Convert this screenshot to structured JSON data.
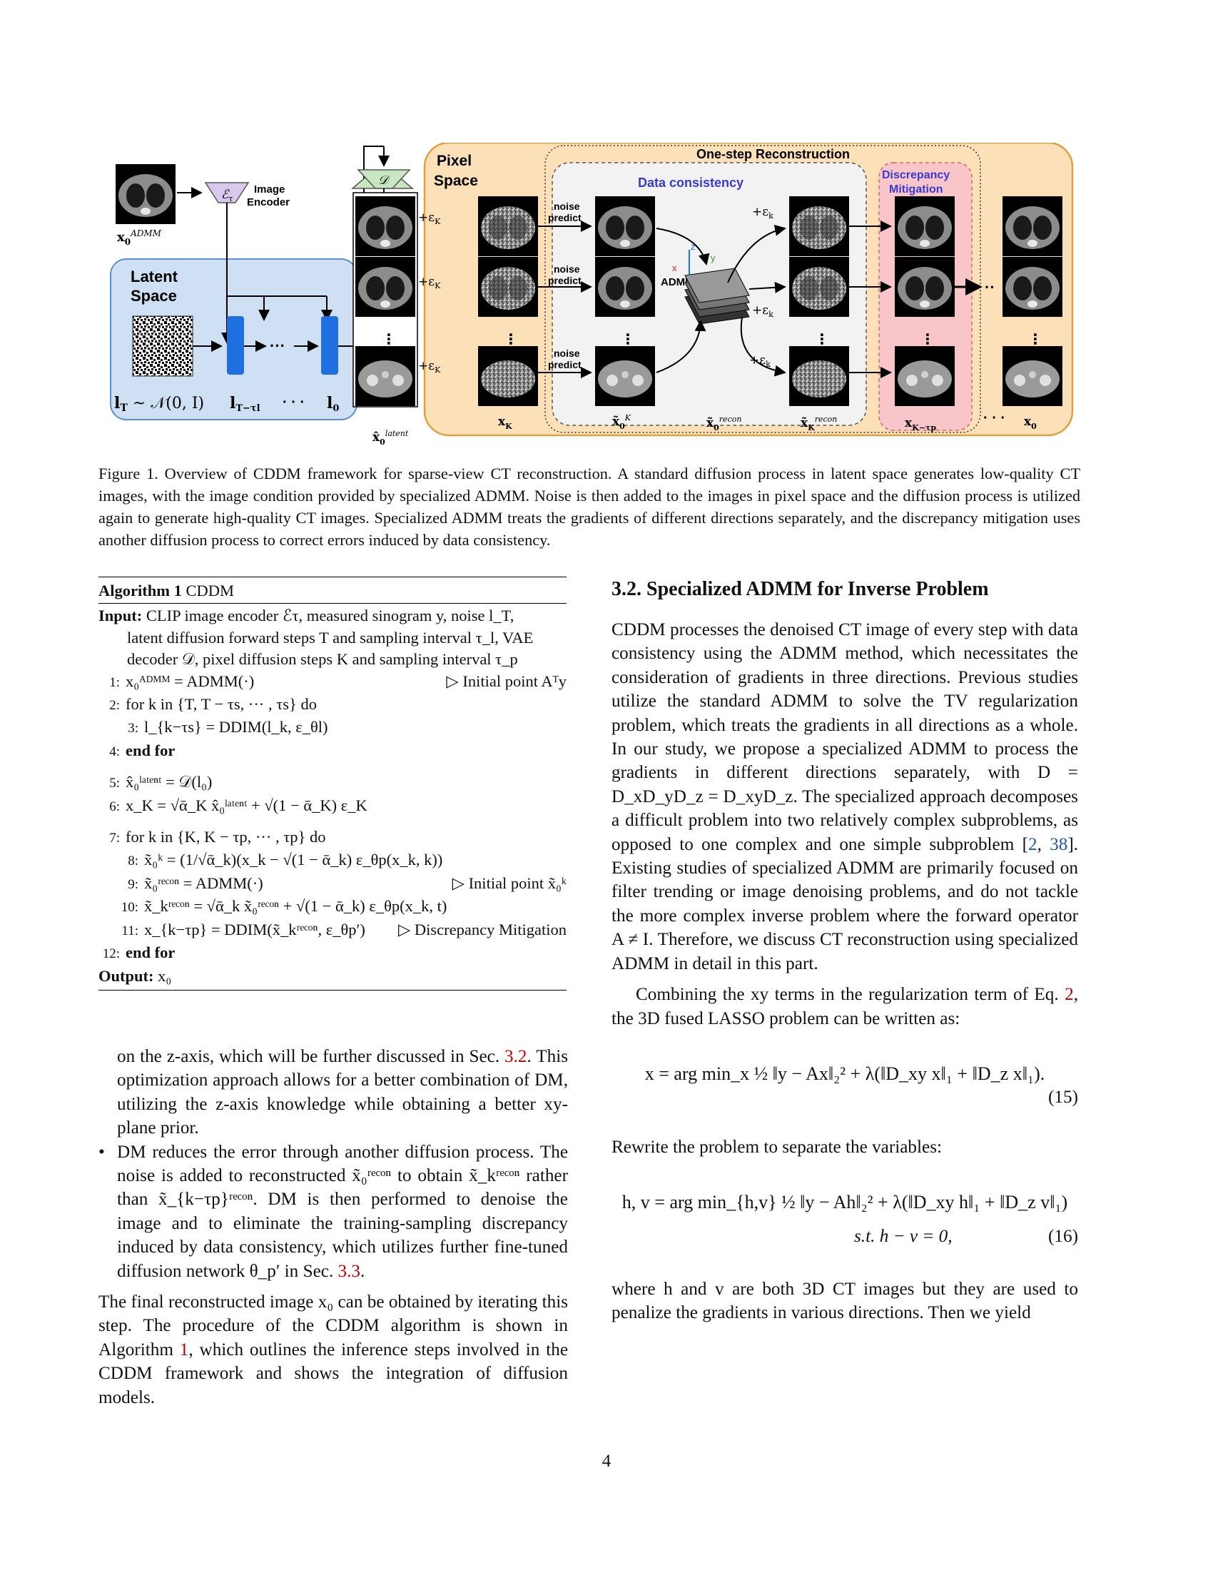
{
  "figure": {
    "latent_space_label": "Latent\nSpace",
    "image_encoder_label": "Image\nEncoder",
    "encoder_symbol": "ℰτ",
    "decoder_symbol": "𝒟",
    "x0_admm_label": "x₀ᴬᴰᴹᴹ",
    "latent_bottom_labels": [
      "l_T ~ 𝒩(0, I)",
      "l_{T−τl}",
      "· · ·",
      "l₀"
    ],
    "latent_output_label": "x̂₀ˡᵃᵗᵉⁿᵗ",
    "pixel_space_label": "Pixel\nSpace",
    "one_step_label": "One-step Reconstruction",
    "data_consistency_label": "Data consistency",
    "discrepancy_label": "Discrepancy\nMitigation",
    "noise_predict_label": "noise\npredict",
    "admm_label": "ADMM",
    "noise_add_label": "+ε_K",
    "noise_add_k_label": "+ε_k",
    "axis_labels": [
      "z",
      "y",
      "x"
    ],
    "bottom_labels": [
      "x_K",
      "x̃₀ᴷ",
      "x̃₀ʳᵉᶜᵒⁿ",
      "x̃_Kʳᵉᶜᵒⁿ",
      "x_{K−τp}",
      "· · ·",
      "x₀"
    ],
    "colors": {
      "latent_bg": "#cfe0f5",
      "latent_border": "#5a8fd0",
      "pixel_bg": "#fbe0b8",
      "pixel_border": "#e0a040",
      "discrepancy_bg": "#f8c6c8",
      "discrepancy_border": "#e06070",
      "unet_blue": "#1e6fe0",
      "encoder_purple": "#d8c8ec",
      "decoder_green": "#c8e6c0",
      "label_blue": "#3a3ad0"
    }
  },
  "caption": {
    "label": "Figure 1.",
    "text": "Overview of CDDM framework for sparse-view CT reconstruction. A standard diffusion process in latent space generates low-quality CT images, with the image condition provided by specialized ADMM. Noise is then added to the images in pixel space and the diffusion process is utilized again to generate high-quality CT images. Specialized ADMM treats the gradients of different directions separately, and the discrepancy mitigation uses another diffusion process to correct errors induced by data consistency."
  },
  "algorithm": {
    "title_prefix": "Algorithm 1",
    "title": "CDDM",
    "input_label": "Input:",
    "input_lines": [
      "CLIP image encoder ℰτ, measured sinogram y, noise l_T,",
      "latent diffusion forward steps T and sampling interval τ_l, VAE",
      "decoder 𝒟, pixel diffusion steps K and sampling interval τ_p"
    ],
    "lines": [
      {
        "n": "1:",
        "text": "x₀ᴬᴰᴹᴹ = ADMM(·)",
        "comment": "▷ Initial point Aᵀy",
        "indent": 0
      },
      {
        "n": "2:",
        "text": "for k in {T, T − τs, ··· , τs} do",
        "indent": 0
      },
      {
        "n": "3:",
        "text": "l_{k−τs} = DDIM(l_k, ε_θl)",
        "indent": 1
      },
      {
        "n": "4:",
        "text": "end for",
        "indent": 0
      },
      {
        "n": "5:",
        "text": "x̂₀ˡᵃᵗᵉⁿᵗ = 𝒟(l₀)",
        "indent": 0
      },
      {
        "n": "6:",
        "text": "x_K = √ᾱ_K x̂₀ˡᵃᵗᵉⁿᵗ + √(1 − ᾱ_K) ε_K",
        "indent": 0
      },
      {
        "n": "7:",
        "text": "for k in {K, K − τp, ··· , τp} do",
        "indent": 0
      },
      {
        "n": "8:",
        "text": "x̃₀ᵏ = (1/√ᾱ_k)(x_k − √(1 − ᾱ_k) ε_θp(x_k, k))",
        "indent": 1
      },
      {
        "n": "9:",
        "text": "x̃₀ʳᵉᶜᵒⁿ = ADMM(·)",
        "comment": "▷ Initial point x̃₀ᵏ",
        "indent": 1
      },
      {
        "n": "10:",
        "text": "x̃_kʳᵉᶜᵒⁿ = √ᾱ_k x̃₀ʳᵉᶜᵒⁿ + √(1 − ᾱ_k) ε_θp(x_k, t)",
        "indent": 1
      },
      {
        "n": "11:",
        "text": "x_{k−τp} = DDIM(x̃_kʳᵉᶜᵒⁿ, ε_θp′)",
        "comment": "▷ Discrepancy Mitigation",
        "indent": 1
      },
      {
        "n": "12:",
        "text": "end for",
        "indent": 0
      }
    ],
    "output_label": "Output:",
    "output_value": "x₀"
  },
  "left_text": {
    "cont_1": "on the z-axis, which will be further discussed in Sec.",
    "cont_ref": "3.2",
    "cont_2": ". This optimization approach allows for a better combination of DM, utilizing the z-axis knowledge while obtaining a better xy-plane prior.",
    "bullet_1": "DM reduces the error through another diffusion process. The noise is added to reconstructed x̃₀ʳᵉᶜᵒⁿ to obtain x̃_kʳᵉᶜᵒⁿ rather than x̃_{k−τp}ʳᵉᶜᵒⁿ. DM is then performed to denoise the image and to eliminate the training-sampling discrepancy induced by data consistency, which utilizes further fine-tuned diffusion network θ_p′ in Sec.",
    "bullet_ref": "3.3",
    "para_1": "The final reconstructed image x₀ can be obtained by iterating this step. The procedure of the CDDM algorithm is shown in Algorithm",
    "para_ref": "1",
    "para_2": ", which outlines the inference steps involved in the CDDM framework and shows the integration of diffusion models."
  },
  "right_text": {
    "heading": "3.2. Specialized ADMM for Inverse Problem",
    "p1_a": "CDDM processes the denoised CT image of every step with data consistency using the ADMM method, which necessitates the consideration of gradients in three directions. Previous studies utilize the standard ADMM to solve the TV regularization problem, which treats the gradients in all directions as a whole. In our study, we propose a specialized ADMM to process the gradients in different directions separately, with D = D_xD_yD_z = D_xyD_z. The specialized approach decomposes a difficult problem into two relatively complex subproblems, as opposed to one complex and one simple subproblem [",
    "p1_cite1": "2",
    "p1_cite_sep": ", ",
    "p1_cite2": "38",
    "p1_b": "]. Existing studies of specialized ADMM are primarily focused on filter trending or image denoising problems, and do not tackle the more complex inverse problem where the forward operator A ≠ I. Therefore, we discuss CT reconstruction using specialized ADMM in detail in this part.",
    "p2_a": "Combining the xy terms in the regularization term of Eq.",
    "p2_ref": "2",
    "p2_b": ", the 3D fused LASSO problem can be written as:",
    "eq15": "x = arg min_x ½ ‖y − Ax‖₂² + λ(‖D_xy x‖₁ + ‖D_z x‖₁).",
    "eq15_num": "(15)",
    "p3": "Rewrite the problem to separate the variables:",
    "eq16_line1": "h, v = arg min_{h,v} ½ ‖y − Ah‖₂² + λ(‖D_xy h‖₁ + ‖D_z v‖₁)",
    "eq16_line2": "s.t.   h − v = 0,",
    "eq16_num": "(16)",
    "p4": "where h and v are both 3D CT images but they are used to penalize the gradients in various directions. Then we yield"
  },
  "page_number": "4"
}
